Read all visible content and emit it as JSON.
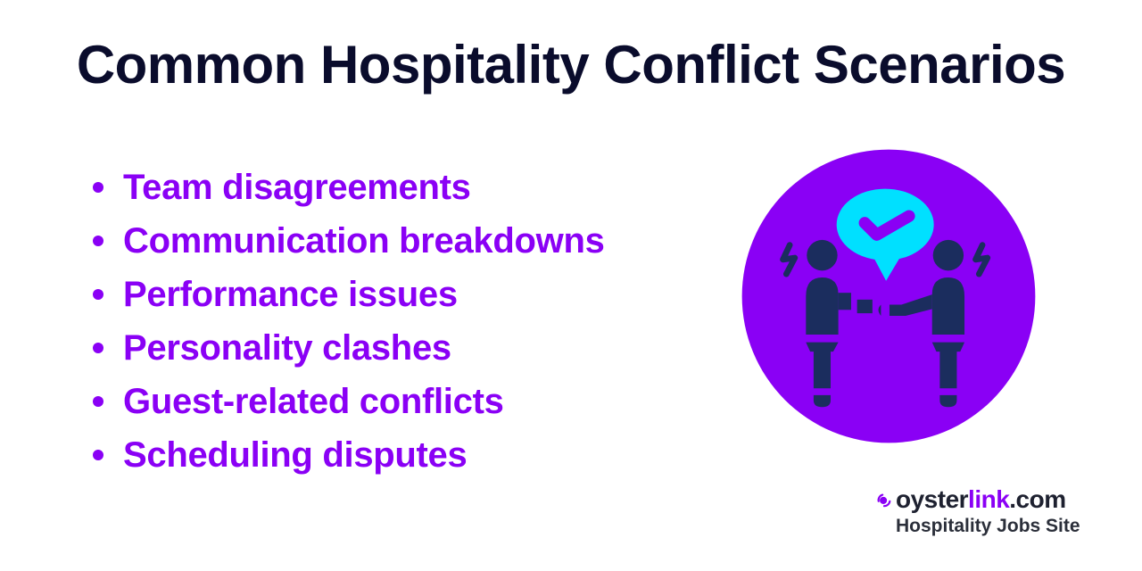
{
  "title": "Common Hospitality Conflict Scenarios",
  "scenarios": [
    "Team disagreements",
    "Communication breakdowns",
    "Performance issues",
    "Personality clashes",
    "Guest-related conflicts",
    "Scheduling disputes"
  ],
  "illustration": {
    "icon": "handshake-agreement-icon",
    "circle_color": "#8a00f5",
    "figure_color": "#1b2d5e",
    "bubble_color": "#00e0ff"
  },
  "brand": {
    "name_prefix": "oyster",
    "name_accent": "link",
    "name_suffix": ".com",
    "tagline": "Hospitality Jobs Site",
    "accent_color": "#8a00f5"
  }
}
